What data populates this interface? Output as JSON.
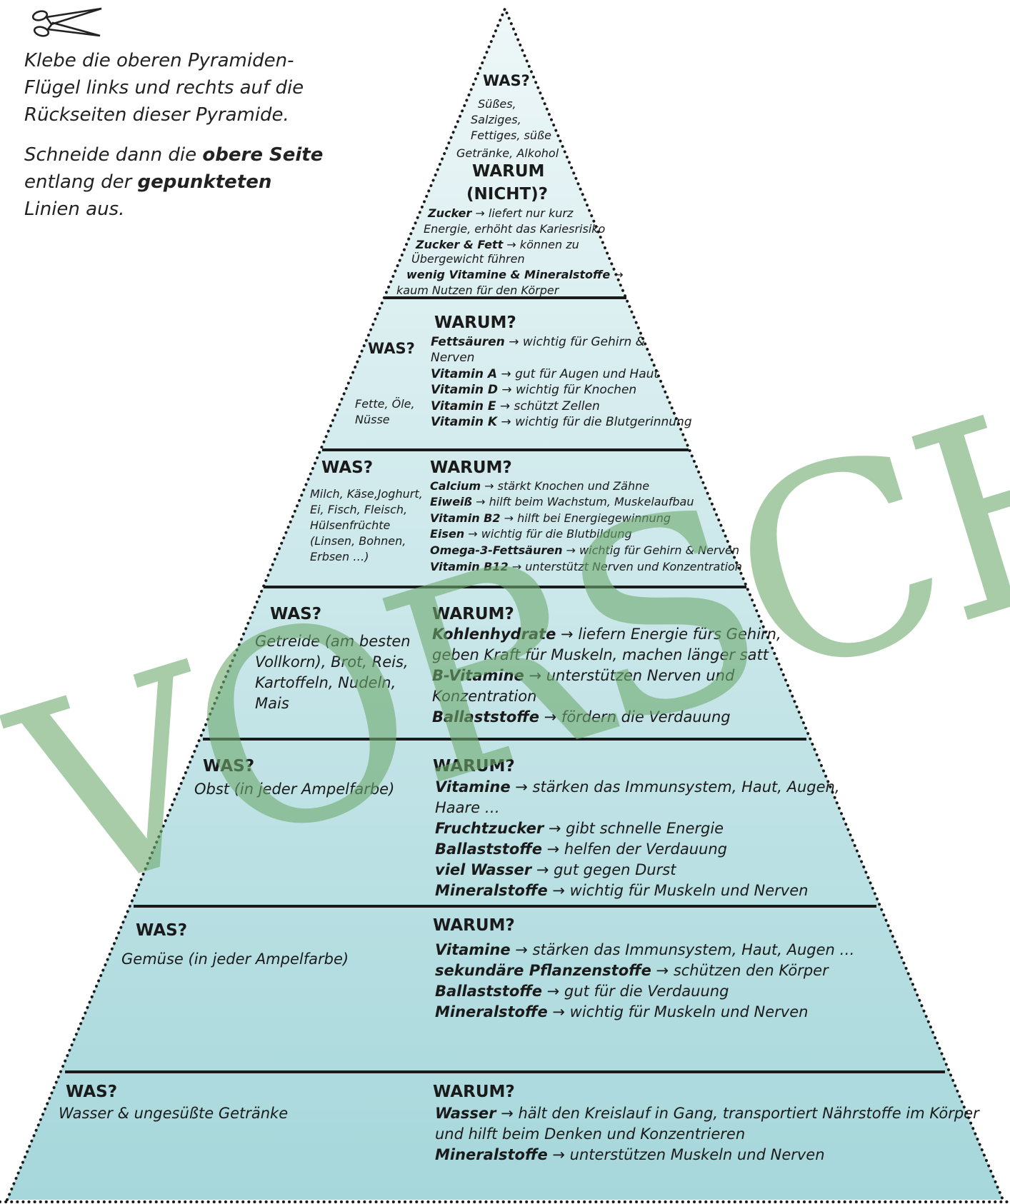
{
  "instructions": {
    "p1": "Klebe die oberen Pyramiden-Flügel links und rechts auf die Rückseiten dieser Pyramide.",
    "p2_a": "Schneide dann die ",
    "p2_b": "obere Seite",
    "p2_c": " entlang der ",
    "p2_d": "gepunkteten",
    "p2_e": " Linien aus."
  },
  "watermark": "VORSCHAU",
  "colors": {
    "top": "#eef7f8",
    "bottom": "#a6d7db",
    "ink": "#1a1a1a",
    "watermark": "#6eaa6e"
  },
  "levels": [
    {
      "was_label": "WAS?",
      "was_text": [
        "Süßes,",
        "Salziges,",
        "Fettiges, süße",
        "Getränke, Alkohol"
      ],
      "warum_label": [
        "WARUM",
        "(NICHT)?"
      ],
      "reasons": [
        {
          "bold": "Zucker",
          "text": " → liefert nur kurz"
        },
        {
          "bold": "",
          "text": "Energie, erhöht das Kariesrisiko"
        },
        {
          "bold": "Zucker & Fett",
          "text": " → können zu"
        },
        {
          "bold": "",
          "text": "Übergewicht führen"
        },
        {
          "bold": "wenig Vitamine & Mineralstoffe",
          "text": " →"
        },
        {
          "bold": "",
          "text": "kaum Nutzen für den Körper"
        }
      ]
    },
    {
      "was_label": "WAS?",
      "was_text": [
        "Fette, Öle,",
        "Nüsse"
      ],
      "warum_label": "WARUM?",
      "reasons": [
        {
          "bold": "Fettsäuren",
          "text": " → wichtig für Gehirn &"
        },
        {
          "bold": "",
          "text": "Nerven"
        },
        {
          "bold": "Vitamin A",
          "text": " → gut für Augen und Haut"
        },
        {
          "bold": "Vitamin D",
          "text": " → wichtig für Knochen"
        },
        {
          "bold": "Vitamin E",
          "text": " → schützt Zellen"
        },
        {
          "bold": "Vitamin K",
          "text": " → wichtig für die Blutgerinnung"
        }
      ]
    },
    {
      "was_label": "WAS?",
      "was_text": [
        "Milch, Käse,Joghurt,",
        "Ei, Fisch, Fleisch,",
        "Hülsenfrüchte",
        "(Linsen, Bohnen,",
        "Erbsen …)"
      ],
      "warum_label": "WARUM?",
      "reasons": [
        {
          "bold": "Calcium",
          "text": " → stärkt Knochen und Zähne"
        },
        {
          "bold": "Eiweiß",
          "text": " → hilft beim Wachstum, Muskelaufbau"
        },
        {
          "bold": "Vitamin B2",
          "text": " → hilft bei Energiegewinnung"
        },
        {
          "bold": "Eisen",
          "text": " → wichtig für die Blutbildung"
        },
        {
          "bold": "Omega-3-Fettsäuren",
          "text": " → wichtig für Gehirn & Nerven"
        },
        {
          "bold": "Vitamin B12",
          "text": " → unterstützt Nerven und Konzentration"
        }
      ]
    },
    {
      "was_label": "WAS?",
      "was_text": [
        "Getreide (am besten",
        "Vollkorn), Brot, Reis,",
        "Kartoffeln, Nudeln,",
        "Mais"
      ],
      "warum_label": "WARUM?",
      "reasons": [
        {
          "bold": "Kohlenhydrate",
          "text": " → liefern Energie fürs Gehirn,"
        },
        {
          "bold": "",
          "text": "geben Kraft für Muskeln, machen länger satt"
        },
        {
          "bold": "B-Vitamine",
          "text": " → unterstützen Nerven und"
        },
        {
          "bold": "",
          "text": "Konzentration"
        },
        {
          "bold": "Ballaststoffe",
          "text": " → fördern die Verdauung"
        }
      ]
    },
    {
      "was_label": "WAS?",
      "was_text": [
        "Obst (in jeder Ampelfarbe)"
      ],
      "warum_label": "WARUM?",
      "reasons": [
        {
          "bold": "Vitamine",
          "text": " → stärken das Immunsystem, Haut, Augen,"
        },
        {
          "bold": "",
          "text": "Haare …"
        },
        {
          "bold": "Fruchtzucker",
          "text": " → gibt schnelle Energie"
        },
        {
          "bold": "Ballaststoffe",
          "text": " → helfen der Verdauung"
        },
        {
          "bold": "viel Wasser",
          "text": " → gut gegen Durst"
        },
        {
          "bold": "Mineralstoffe",
          "text": " → wichtig für Muskeln und Nerven"
        }
      ]
    },
    {
      "was_label": "WAS?",
      "was_text": [
        "Gemüse (in jeder Ampelfarbe)"
      ],
      "warum_label": "WARUM?",
      "reasons": [
        {
          "bold": "Vitamine",
          "text": " → stärken das Immunsystem, Haut, Augen …"
        },
        {
          "bold": "sekundäre Pflanzenstoffe",
          "text": " → schützen den Körper"
        },
        {
          "bold": "Ballaststoffe",
          "text": " → gut für die Verdauung"
        },
        {
          "bold": "Mineralstoffe",
          "text": " → wichtig für Muskeln und Nerven"
        }
      ]
    },
    {
      "was_label": "WAS?",
      "was_text": [
        "Wasser & ungesüßte Getränke"
      ],
      "warum_label": "WARUM?",
      "reasons": [
        {
          "bold": "Wasser",
          "text": " → hält den Kreislauf in Gang, transportiert Nährstoffe im Körper"
        },
        {
          "bold": "",
          "text": "und hilft beim Denken und Konzentrieren"
        },
        {
          "bold": "Mineralstoffe",
          "text": " → unterstützen Muskeln und Nerven"
        }
      ]
    }
  ]
}
